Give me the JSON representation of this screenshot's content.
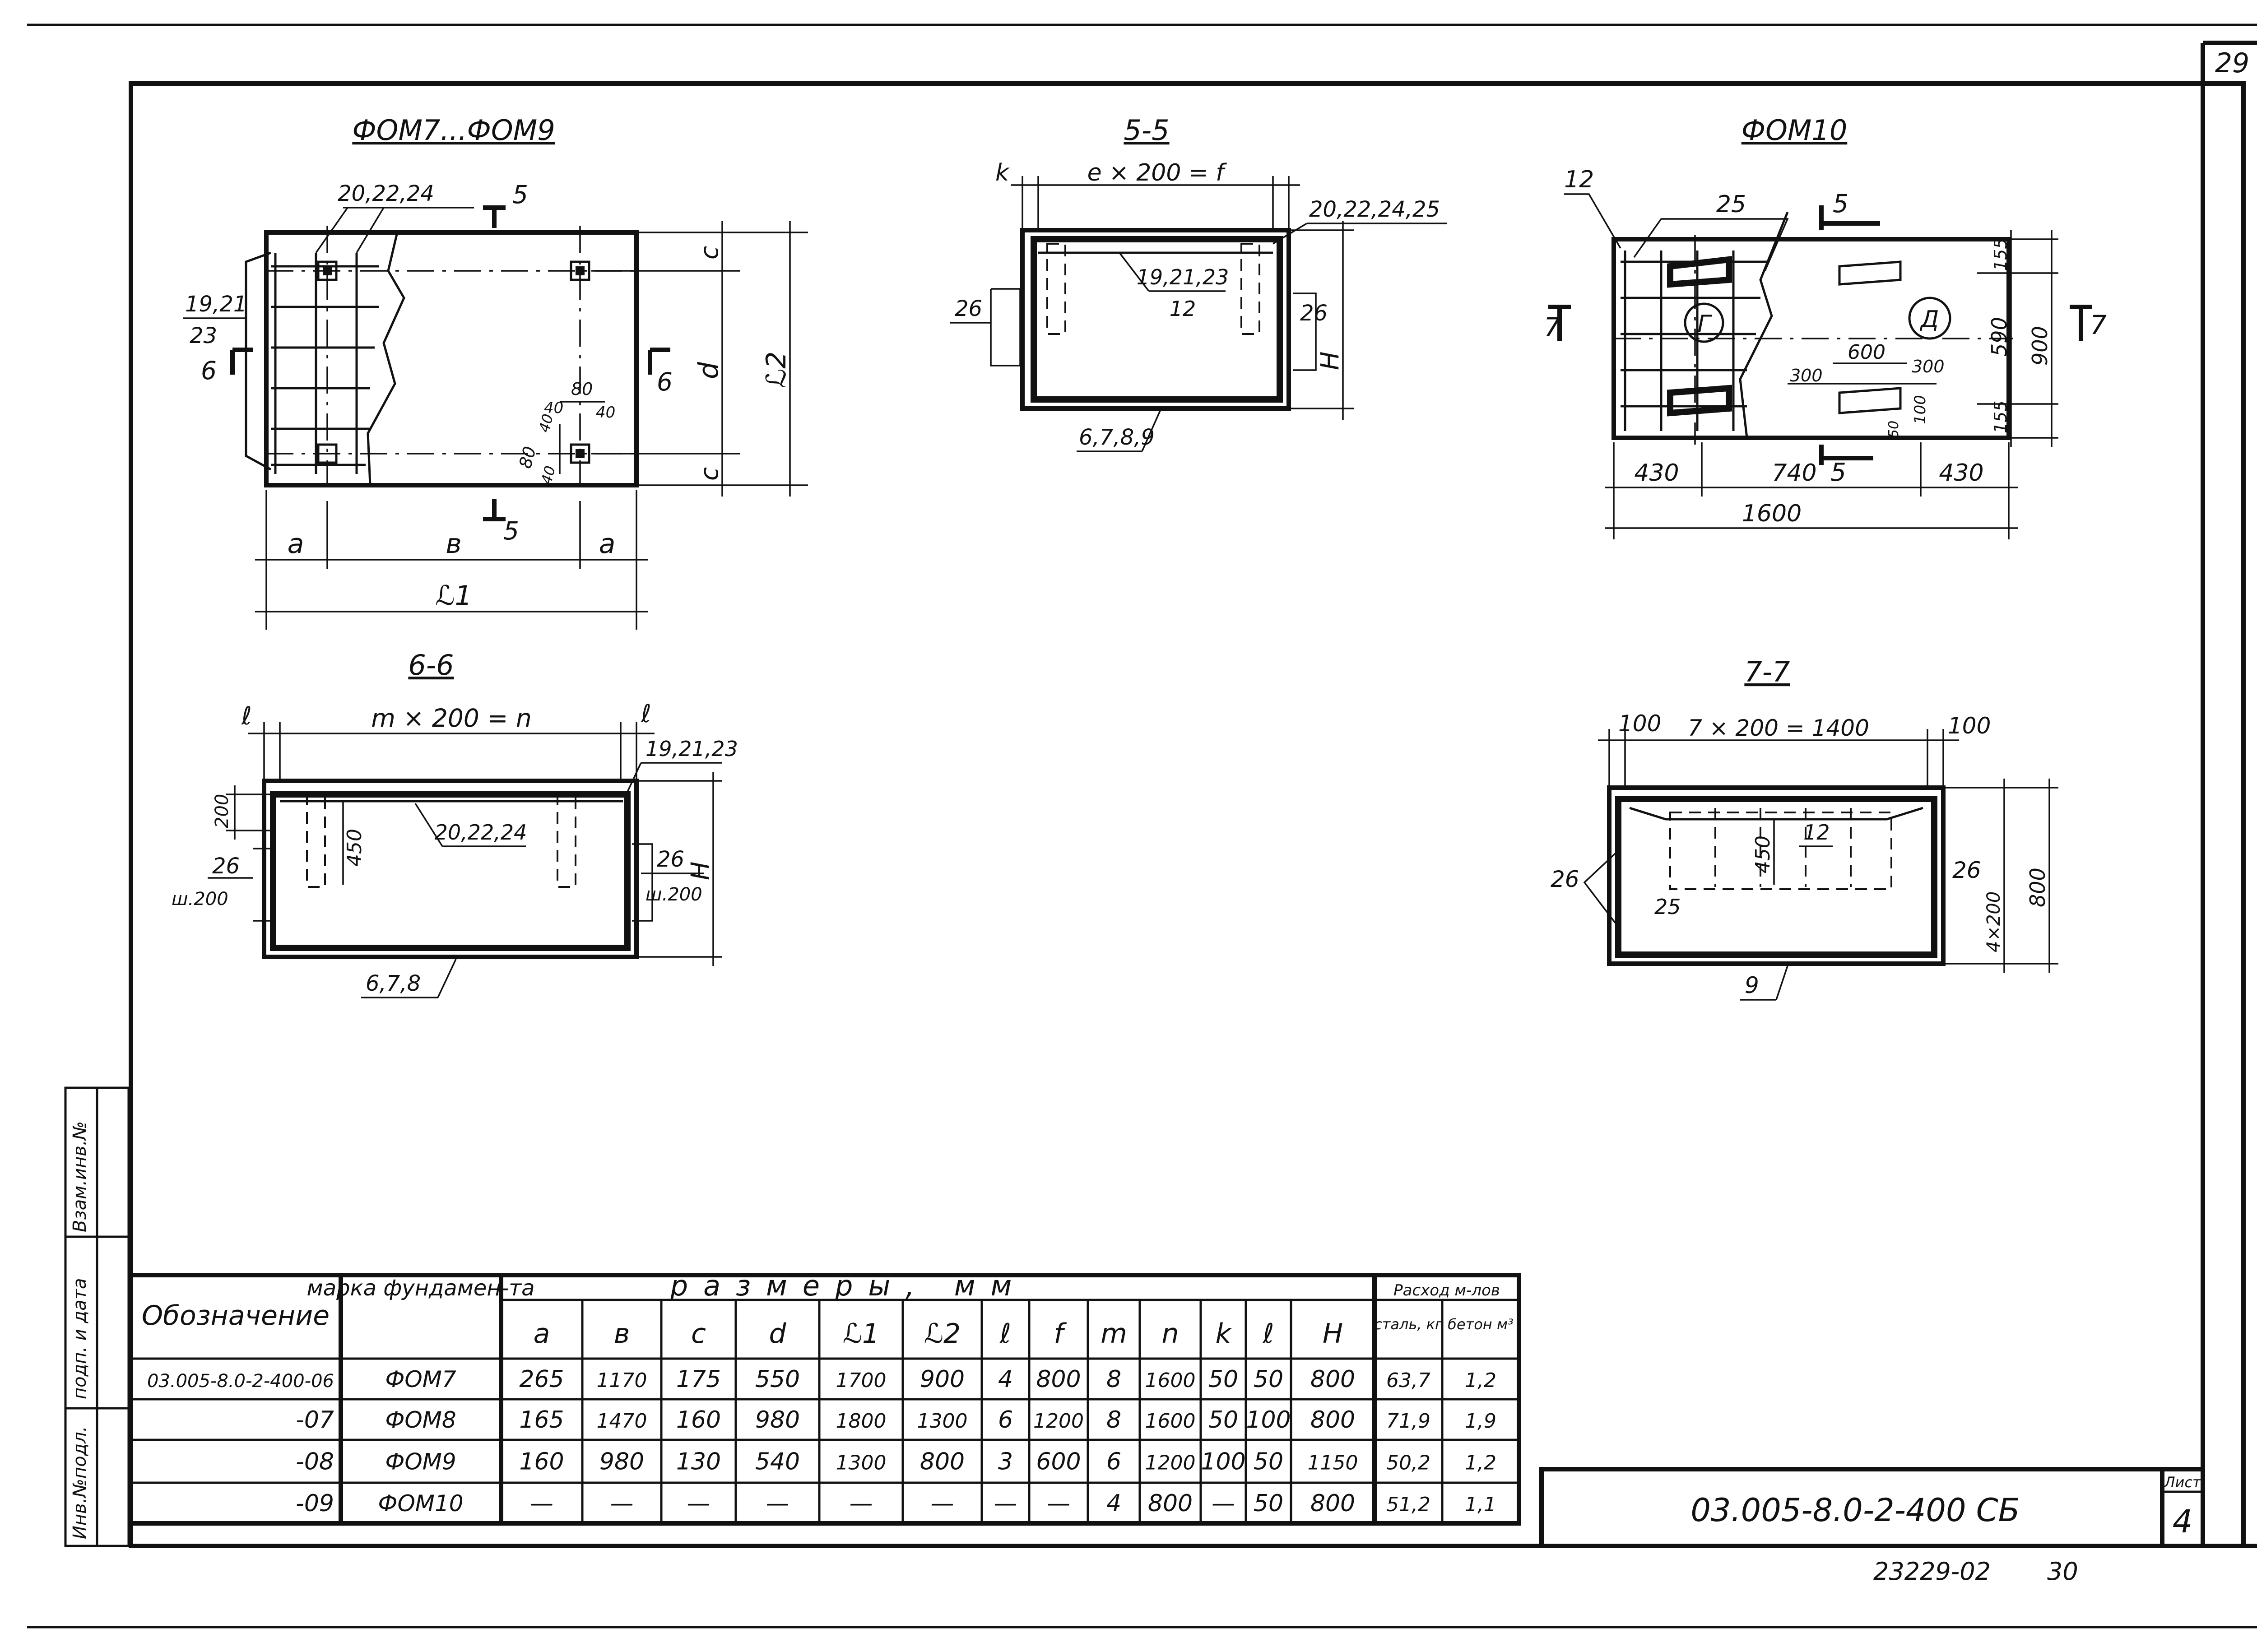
{
  "sheet": {
    "page_number": "29",
    "document_code": "03.005-8.0-2-400 СБ",
    "sheet_label": "Лист",
    "sheet_number": "4",
    "archive_number": "23229-02",
    "archive_page": "30"
  },
  "side_stamp": {
    "inv_podl": "Инв.№подл.",
    "podp_data": "подп. и дата",
    "vzam_inv": "Взам.инв.№"
  },
  "views": {
    "fom7_9": {
      "title": "ФОМ7...ФОМ9",
      "refs": {
        "top": "20,22,24",
        "left_a": "19,21",
        "left_b": "23"
      },
      "section": "5",
      "section6": "6",
      "dims": {
        "a": "a",
        "b": "в",
        "c": "c",
        "d": "d",
        "L1": "ℒ1",
        "L2": "ℒ2",
        "n80a": "80",
        "n40a": "40",
        "n40b": "40",
        "n80b": "80",
        "n40c": "40",
        "n40d": "40"
      }
    },
    "s55": {
      "title": "5-5",
      "dims": {
        "k": "k",
        "ef": "e × 200 = f",
        "H": "H"
      },
      "refs": {
        "right": "20,22,24,25",
        "center_a": "19,21,23",
        "center_b": "12",
        "left": "26",
        "right2": "26",
        "bottom": "6,7,8,9"
      }
    },
    "fom10": {
      "title": "ФОМ10",
      "refs": {
        "r12": "12",
        "r25": "25",
        "g": "Г",
        "d": "Д"
      },
      "sections": {
        "s5": "5",
        "s7": "7"
      },
      "dims": {
        "d430a": "430",
        "d740": "740",
        "d430b": "430",
        "d1600": "1600",
        "d155a": "155",
        "d590": "590",
        "d155b": "155",
        "d900": "900",
        "d600": "600",
        "d300a": "300",
        "d300b": "300",
        "d100": "100",
        "d50": "50"
      }
    },
    "s66": {
      "title": "6-6",
      "dims": {
        "l1": "ℓ",
        "mn": "m × 200 = n",
        "l2": "ℓ",
        "d200": "200",
        "d450": "450",
        "H": "H"
      },
      "refs": {
        "right": "19,21,23",
        "center": "20,22,24",
        "left": "26",
        "left_step": "ш.200",
        "right2": "26",
        "right_step": "ш.200",
        "bottom": "6,7,8"
      }
    },
    "s77": {
      "title": "7-7",
      "dims": {
        "d100a": "100",
        "span": "7 × 200 = 1400",
        "d100b": "100",
        "d450": "450",
        "d800": "800",
        "d4x200": "4×200"
      },
      "refs": {
        "r12": "12",
        "r26a": "26",
        "r25": "25",
        "r26b": "26",
        "r9": "9"
      }
    }
  },
  "table": {
    "group_header": "размеры, мм",
    "consumption_header": "Расход м-лов",
    "col_designation": "Обозначение",
    "col_mark": "марка фундамен-та",
    "dim_cols": [
      "a",
      "в",
      "c",
      "d",
      "ℒ1",
      "ℒ2",
      "ℓ",
      "f",
      "m",
      "n",
      "k",
      "ℓ",
      "H"
    ],
    "steel_header": "сталь, кг",
    "concrete_header": "бетон м³",
    "rows": [
      {
        "designation": "03.005-8.0-2-400-06",
        "mark": "ФОМ7",
        "values": [
          "265",
          "1170",
          "175",
          "550",
          "1700",
          "900",
          "4",
          "800",
          "8",
          "1600",
          "50",
          "50",
          "800"
        ],
        "steel": "63,7",
        "concrete": "1,2"
      },
      {
        "designation": "-07",
        "mark": "ФОМ8",
        "values": [
          "165",
          "1470",
          "160",
          "980",
          "1800",
          "1300",
          "6",
          "1200",
          "8",
          "1600",
          "50",
          "100",
          "800"
        ],
        "steel": "71,9",
        "concrete": "1,9"
      },
      {
        "designation": "-08",
        "mark": "ФОМ9",
        "values": [
          "160",
          "980",
          "130",
          "540",
          "1300",
          "800",
          "3",
          "600",
          "6",
          "1200",
          "100",
          "50",
          "1150"
        ],
        "steel": "50,2",
        "concrete": "1,2"
      },
      {
        "designation": "-09",
        "mark": "ФОМ10",
        "values": [
          "—",
          "—",
          "—",
          "—",
          "—",
          "—",
          "—",
          "—",
          "4",
          "800",
          "—",
          "50",
          "800"
        ],
        "steel": "51,2",
        "concrete": "1,1"
      }
    ]
  }
}
